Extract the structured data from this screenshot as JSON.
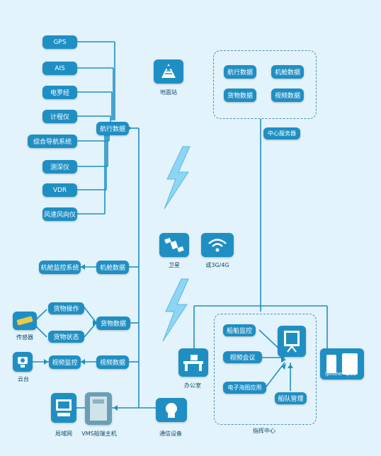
{
  "left_inputs": [
    "GPS",
    "AIS",
    "电罗经",
    "计程仪",
    "综合导航系统",
    "测深仪",
    "VDR",
    "风速风向仪"
  ],
  "hub_nav": "航行数据",
  "ground_station": "地面站",
  "server_items": [
    "航行数据",
    "机舱数据",
    "货物数据",
    "视频数据"
  ],
  "center_server": "中心服务器",
  "satellite": "卫星",
  "cellular": "或3G/4G",
  "engine_monitor": "机舱监控系统",
  "engine_data": "机舱数据",
  "cargo_ops": "货物操作",
  "cargo_status": "货物状态",
  "cargo_data": "货物数据",
  "sensor": "传感器",
  "video_monitor": "视频监控",
  "video_data": "视频数据",
  "pan_tilt": "云台",
  "lan": "局域网",
  "vms_host": "VMS船端主机",
  "comm_device": "通信设备",
  "office": "办公室",
  "command_items": [
    "船舶监控",
    "视频会议",
    "电子海图应用",
    "船队管理"
  ],
  "command_center": "指挥中心",
  "iphone": "Iphone",
  "ipad": "Ipad"
}
